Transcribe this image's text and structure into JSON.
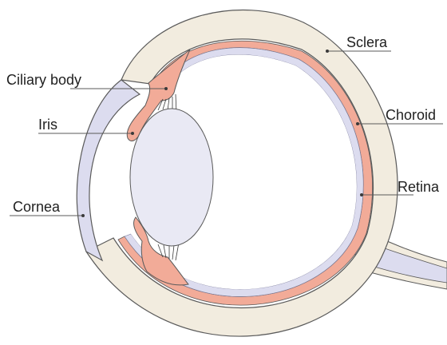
{
  "labels": {
    "ciliary_body": "Ciliary body",
    "iris": "Iris",
    "cornea": "Cornea",
    "sclera": "Sclera",
    "choroid": "Choroid",
    "retina": "Retina"
  },
  "colors": {
    "sclera": "#f2ecdf",
    "choroid": "#f2ab98",
    "retina": "#dcdcef",
    "cornea": "#dcdcef",
    "lens": "#e9e9f4",
    "outline": "#5a5a5a"
  }
}
